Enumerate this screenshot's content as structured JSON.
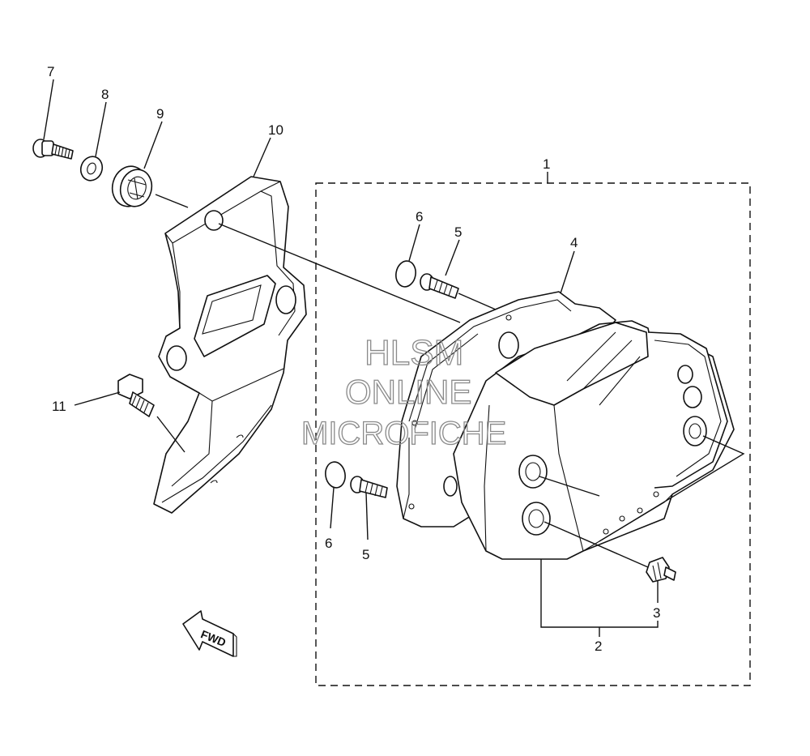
{
  "watermark": {
    "line1": "HLSM",
    "line2": "ONLINE",
    "line3": "MICROFICHE"
  },
  "fwd_label": "FWD",
  "callouts": {
    "p1": "1",
    "p2": "2",
    "p3": "3",
    "p4": "4",
    "p5_top": "5",
    "p5_bottom": "5",
    "p6_top": "6",
    "p6_bottom": "6",
    "p7": "7",
    "p8": "8",
    "p9": "9",
    "p10": "10",
    "p11": "11"
  }
}
